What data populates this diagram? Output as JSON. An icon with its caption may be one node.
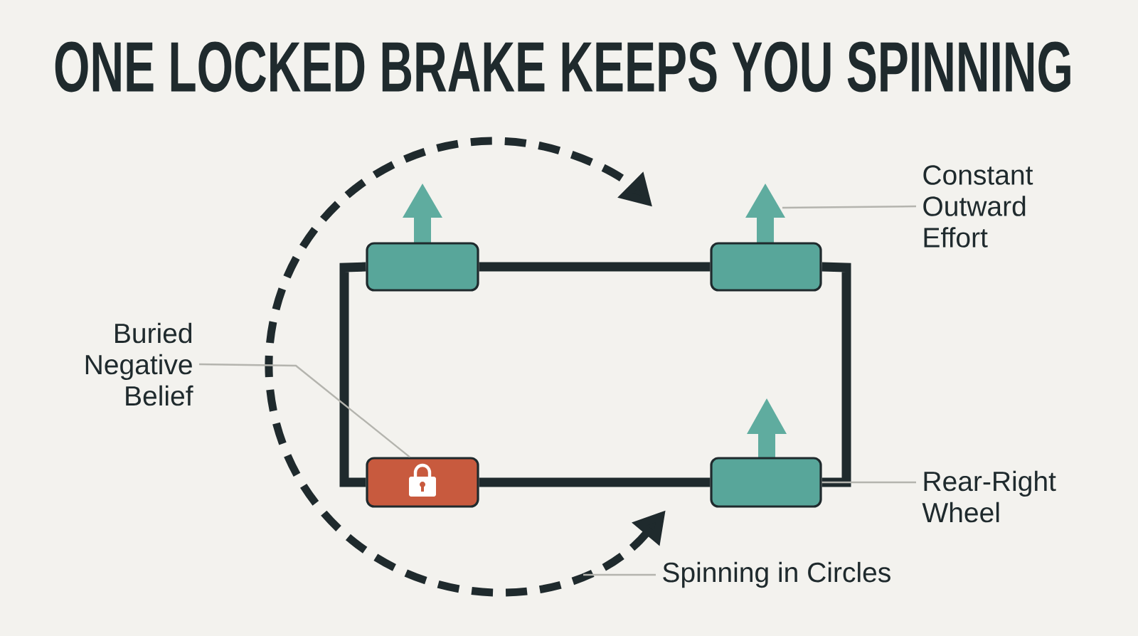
{
  "diagram": {
    "title": "ONE LOCKED BRAKE KEEPS YOU SPINNING",
    "nodes": [
      {
        "text": [
          "Constant Outward Effort"
        ]
      },
      {
        "text": [],
        "shape": "box"
      },
      {
        "text": [],
        "shape": "box"
      },
      {
        "text": [
          "Buried Negative Belief"
        ]
      },
      {
        "text": [],
        "shape": "box"
      },
      {
        "text": [],
        "shape": "box"
      },
      {
        "text": [
          "Rear-Right Wheel"
        ]
      },
      {
        "text": [
          "Spinning in Circles"
        ]
      }
    ],
    "edges": [
      {
        "from": 1,
        "to": 2,
        "arrow": "none",
        "style": "thick"
      },
      {
        "from": 1,
        "to": 4,
        "arrow": "none",
        "style": "thick"
      },
      {
        "from": 4,
        "to": 5,
        "arrow": "none",
        "style": "thick"
      },
      {
        "from": 2,
        "to": 5,
        "arrow": "none",
        "style": "thick"
      },
      {
        "from": 3,
        "to": 4,
        "arrow": "none",
        "color": "#b4b4ae"
      },
      {
        "from": 0,
        "to": null,
        "arrow": "none",
        "color": "#b4b4ae"
      },
      {
        "from": 6,
        "to": 5,
        "arrow": "none",
        "color": "#b4b4ae"
      },
      {
        "from": 7,
        "to": null,
        "arrow": "none",
        "color": "#b4b4ae"
      }
    ]
  }
}
